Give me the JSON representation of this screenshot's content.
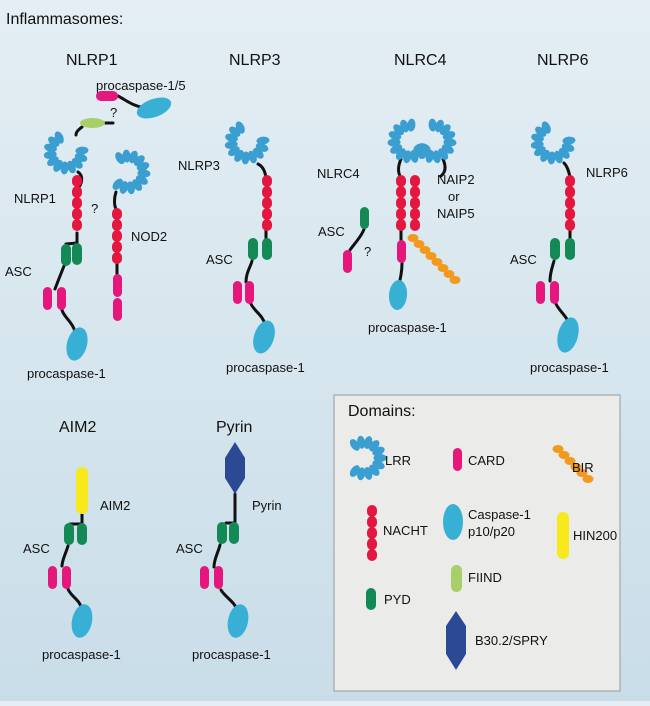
{
  "header": {
    "title": "Inflammasomes:"
  },
  "complexes": {
    "nlrp1": {
      "title": "NLRP1",
      "sensor": "NLRP1",
      "partner": "NOD2",
      "adaptor": "ASC",
      "effector": "procaspase-1",
      "extra_effector": "procaspase-1/5",
      "query": "?"
    },
    "nlrp3": {
      "title": "NLRP3",
      "sensor": "NLRP3",
      "adaptor": "ASC",
      "effector": "procaspase-1"
    },
    "nlrc4": {
      "title": "NLRC4",
      "sensor": "NLRC4",
      "partner_line1": "NAIP2",
      "partner_line2": "or",
      "partner_line3": "NAIP5",
      "adaptor": "ASC",
      "effector": "procaspase-1",
      "query": "?"
    },
    "nlrp6": {
      "title": "NLRP6",
      "sensor": "NLRP6",
      "adaptor": "ASC",
      "effector": "procaspase-1"
    },
    "aim2": {
      "title": "AIM2",
      "sensor": "AIM2",
      "adaptor": "ASC",
      "effector": "procaspase-1"
    },
    "pyrin": {
      "title": "Pyrin",
      "sensor": "Pyrin",
      "adaptor": "ASC",
      "effector": "procaspase-1"
    }
  },
  "legend": {
    "title": "Domains:",
    "items": {
      "lrr": "LRR",
      "card": "CARD",
      "bir": "BIR",
      "nacht": "NACHT",
      "caspase_line1": "Caspase-1",
      "caspase_line2": "p10/p20",
      "hin200": "HIN200",
      "fiind": "FIIND",
      "pyd": "PYD",
      "b30": "B30.2/SPRY"
    }
  },
  "colors": {
    "lrr": "#3a9fd0",
    "nacht": "#e3173f",
    "pyd": "#138a56",
    "card": "#e5177c",
    "caspase": "#38b0d6",
    "fiind": "#a8cf6a",
    "bir": "#f39a1e",
    "hin200": "#f7e91c",
    "b30": "#2c4a94",
    "panel": "#ebebe9"
  }
}
